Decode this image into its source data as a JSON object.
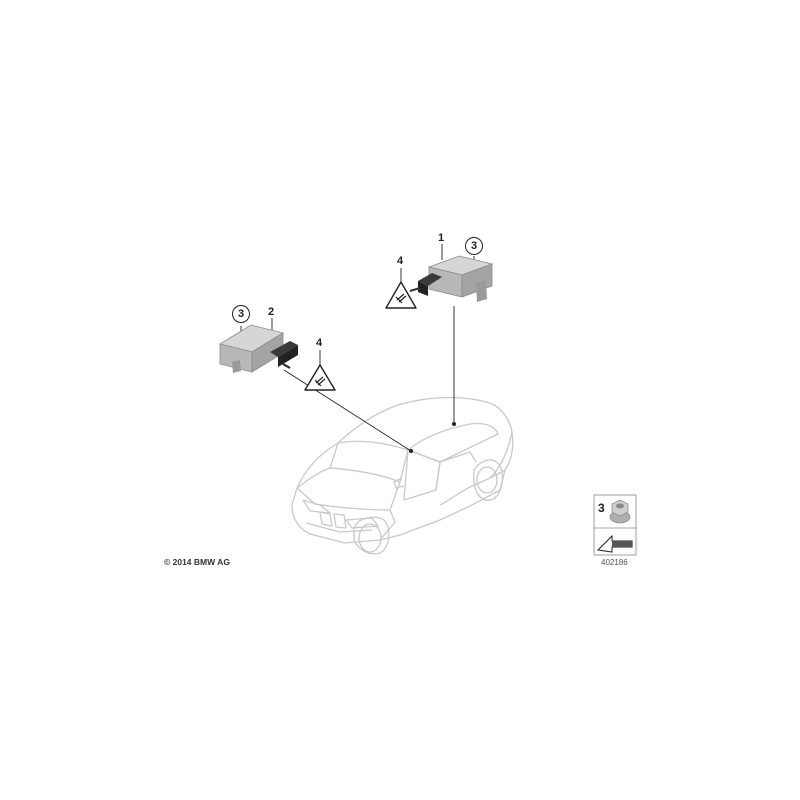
{
  "callouts": {
    "c1": "1",
    "c2": "2",
    "c3a": "3",
    "c3b": "3",
    "c4a": "4",
    "c4b": "4",
    "legend_num": "3"
  },
  "footer": {
    "copyright": "© 2014 BMW AG",
    "image_number": "402186"
  }
}
